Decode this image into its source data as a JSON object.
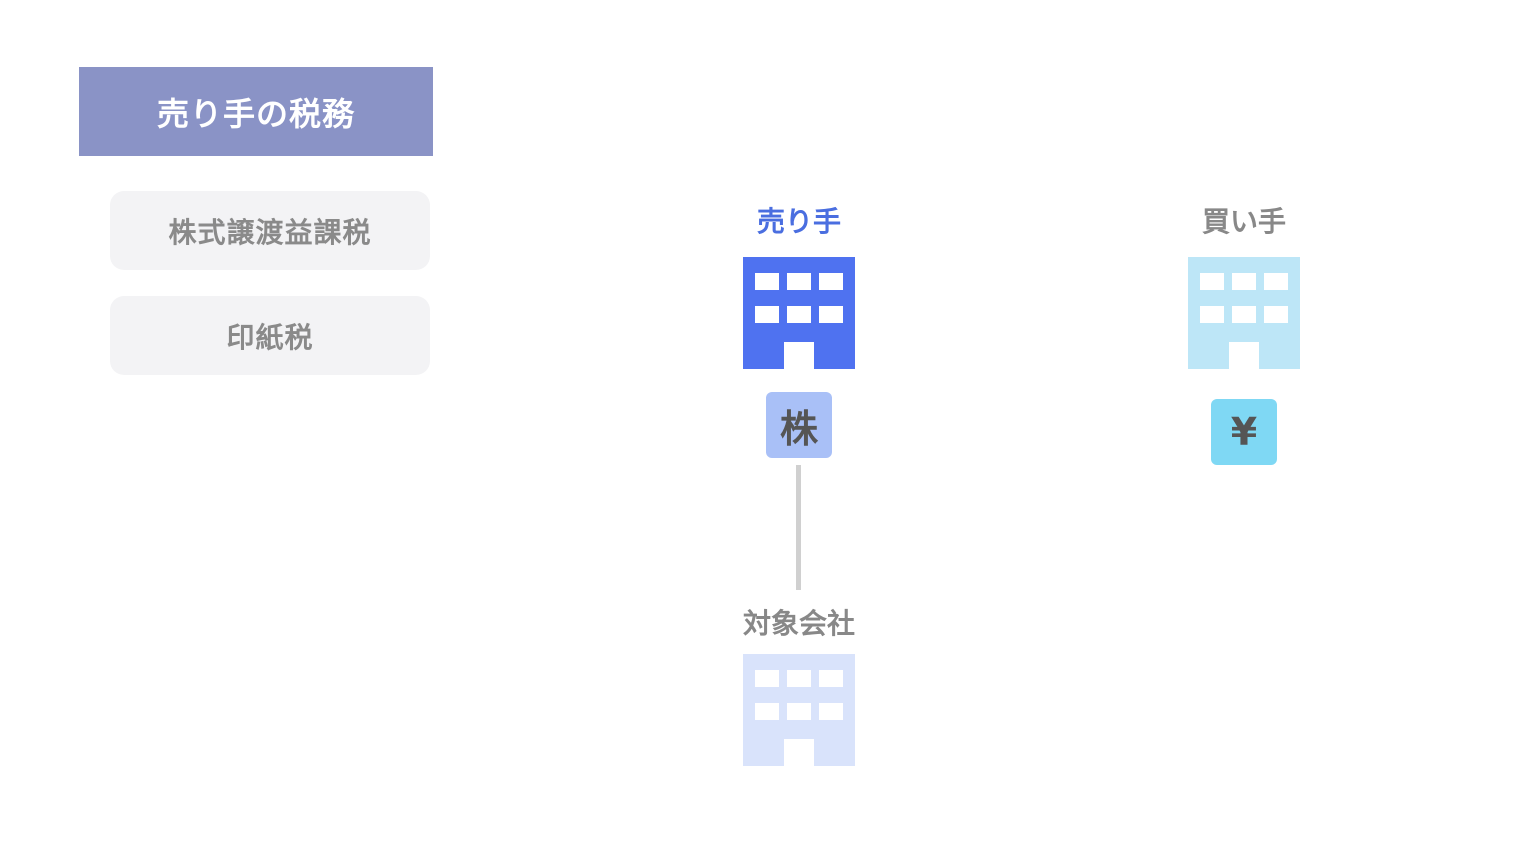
{
  "panel": {
    "title": "売り手の税務",
    "items": [
      {
        "label": "株式譲渡益課税"
      },
      {
        "label": "印紙税"
      }
    ]
  },
  "diagram": {
    "seller": {
      "label": "売り手",
      "label_color": "#4a6ee0",
      "building_color": "#4f72f0",
      "icon": "building-icon"
    },
    "buyer": {
      "label": "買い手",
      "label_color": "#888888",
      "building_color": "#bde6f7",
      "icon": "building-icon"
    },
    "target": {
      "label": "対象会社",
      "label_color": "#888888",
      "building_color": "#d9e3fb",
      "icon": "building-icon"
    },
    "share_badge": {
      "text": "株",
      "color": "#a9c0f7"
    },
    "yen_badge": {
      "text": "¥",
      "color": "#7fd8f4"
    },
    "connector_color": "#d0d0d0"
  }
}
